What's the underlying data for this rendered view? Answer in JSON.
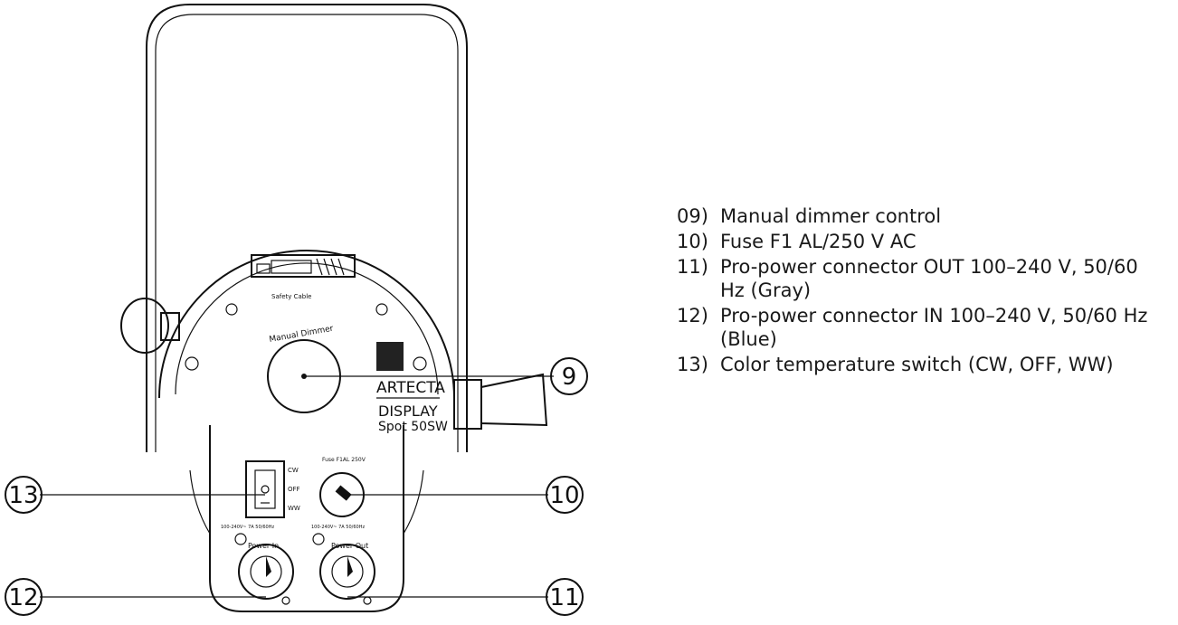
{
  "device": {
    "safety_cable_label": "Safety Cable",
    "manual_dimmer_label": "Manual Dimmer",
    "brand": "ARTECTA",
    "model_line1": "DISPLAY",
    "model_line2": "Spot 50SW",
    "switch_labels": [
      "CW",
      "OFF",
      "WW"
    ],
    "fuse_label": "Fuse F1AL 250V",
    "power_in_label": "Power In",
    "power_out_label": "Power Out",
    "rating_in": "100-240V~ 7A 50/60Hz",
    "rating_out": "100-240V~ 7A 50/60Hz"
  },
  "callouts": [
    {
      "id": "9",
      "label": "9"
    },
    {
      "id": "10",
      "label": "10"
    },
    {
      "id": "11",
      "label": "11"
    },
    {
      "id": "12",
      "label": "12"
    },
    {
      "id": "13",
      "label": "13"
    }
  ],
  "legend": [
    {
      "num": "09)",
      "text": "Manual dimmer control"
    },
    {
      "num": "10)",
      "text": "Fuse F1 AL/250 V AC"
    },
    {
      "num": "11)",
      "text": "Pro-power connector OUT 100–240 V, 50/60 Hz (Gray)"
    },
    {
      "num": "12)",
      "text": "Pro-power connector IN 100–240 V, 50/60 Hz (Blue)"
    },
    {
      "num": "13)",
      "text": "Color temperature switch (CW, OFF, WW)"
    }
  ]
}
